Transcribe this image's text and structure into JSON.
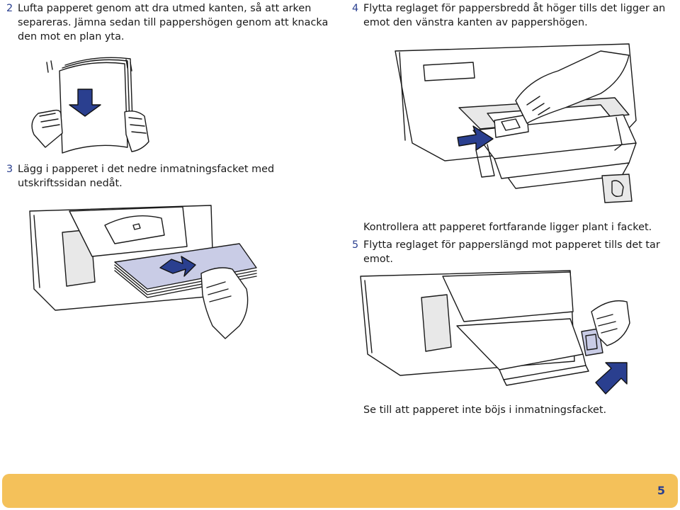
{
  "steps": {
    "s2": {
      "num": "2",
      "text": "Lufta papperet genom att dra utmed kanten, så att arken separeras. Jämna sedan till pappershögen genom att knacka den mot en plan yta."
    },
    "s3": {
      "num": "3",
      "text": "Lägg i papperet i det nedre inmatningsfacket med utskriftssidan nedåt."
    },
    "s4": {
      "num": "4",
      "text": "Flytta reglaget för pappersbredd åt höger tills det ligger an emot den vänstra kanten av pappershögen."
    },
    "s5": {
      "num": "5",
      "text": "Flytta reglaget för papperslängd mot papperet tills det tar emot."
    }
  },
  "captions": {
    "check_flat": "Kontrollera att papperet fortfarande ligger plant i facket.",
    "no_bend": "Se till att papperet inte böjs i inmatningsfacket."
  },
  "footer": {
    "page_number": "5"
  },
  "colors": {
    "arrow": "#2a3f8f",
    "paper_highlight": "#c9cce6",
    "footer_bar": "#f4c15a",
    "step_number": "#2a3f8f"
  }
}
